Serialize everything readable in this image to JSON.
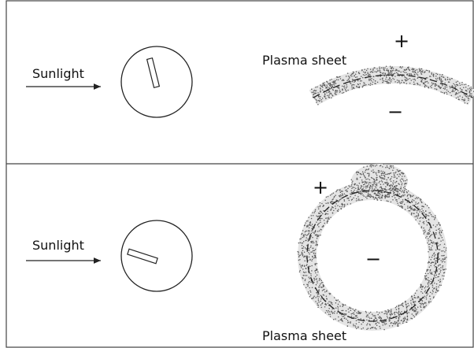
{
  "panels": [
    {
      "sunlight_label": "Sunlight",
      "plasma_label": "Plasma sheet",
      "plus_sign": "+",
      "minus_sign": "−"
    },
    {
      "sunlight_label": "Sunlight",
      "plasma_label": "Plasma sheet",
      "plus_sign": "+",
      "minus_sign": "−"
    }
  ],
  "colors": {
    "line": "#222222",
    "stipple": "#5a5a5a",
    "background": "#ffffff"
  }
}
